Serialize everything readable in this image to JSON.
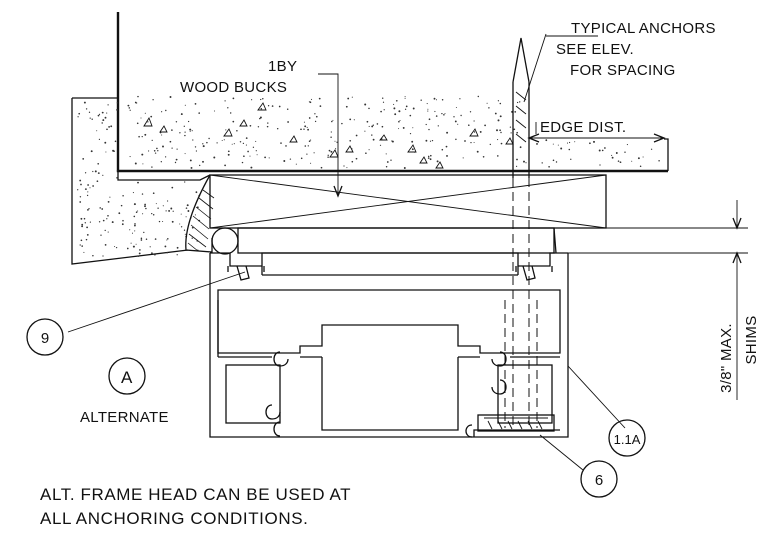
{
  "labels": {
    "typical_anchors": [
      "TYPICAL ANCHORS",
      "SEE ELEV.",
      "FOR SPACING"
    ],
    "wood_bucks": [
      "1BY",
      "WOOD BUCKS"
    ],
    "edge_dist": "EDGE DIST.",
    "shims_dim": "3/8\" MAX.",
    "shims": "SHIMS",
    "alternate": "ALTERNATE"
  },
  "callouts": {
    "nine": "9",
    "a": "A",
    "six": "6",
    "one_one_a": "1.1A"
  },
  "note": [
    "ALT. FRAME HEAD CAN BE USED AT",
    "ALL ANCHORING CONDITIONS."
  ]
}
